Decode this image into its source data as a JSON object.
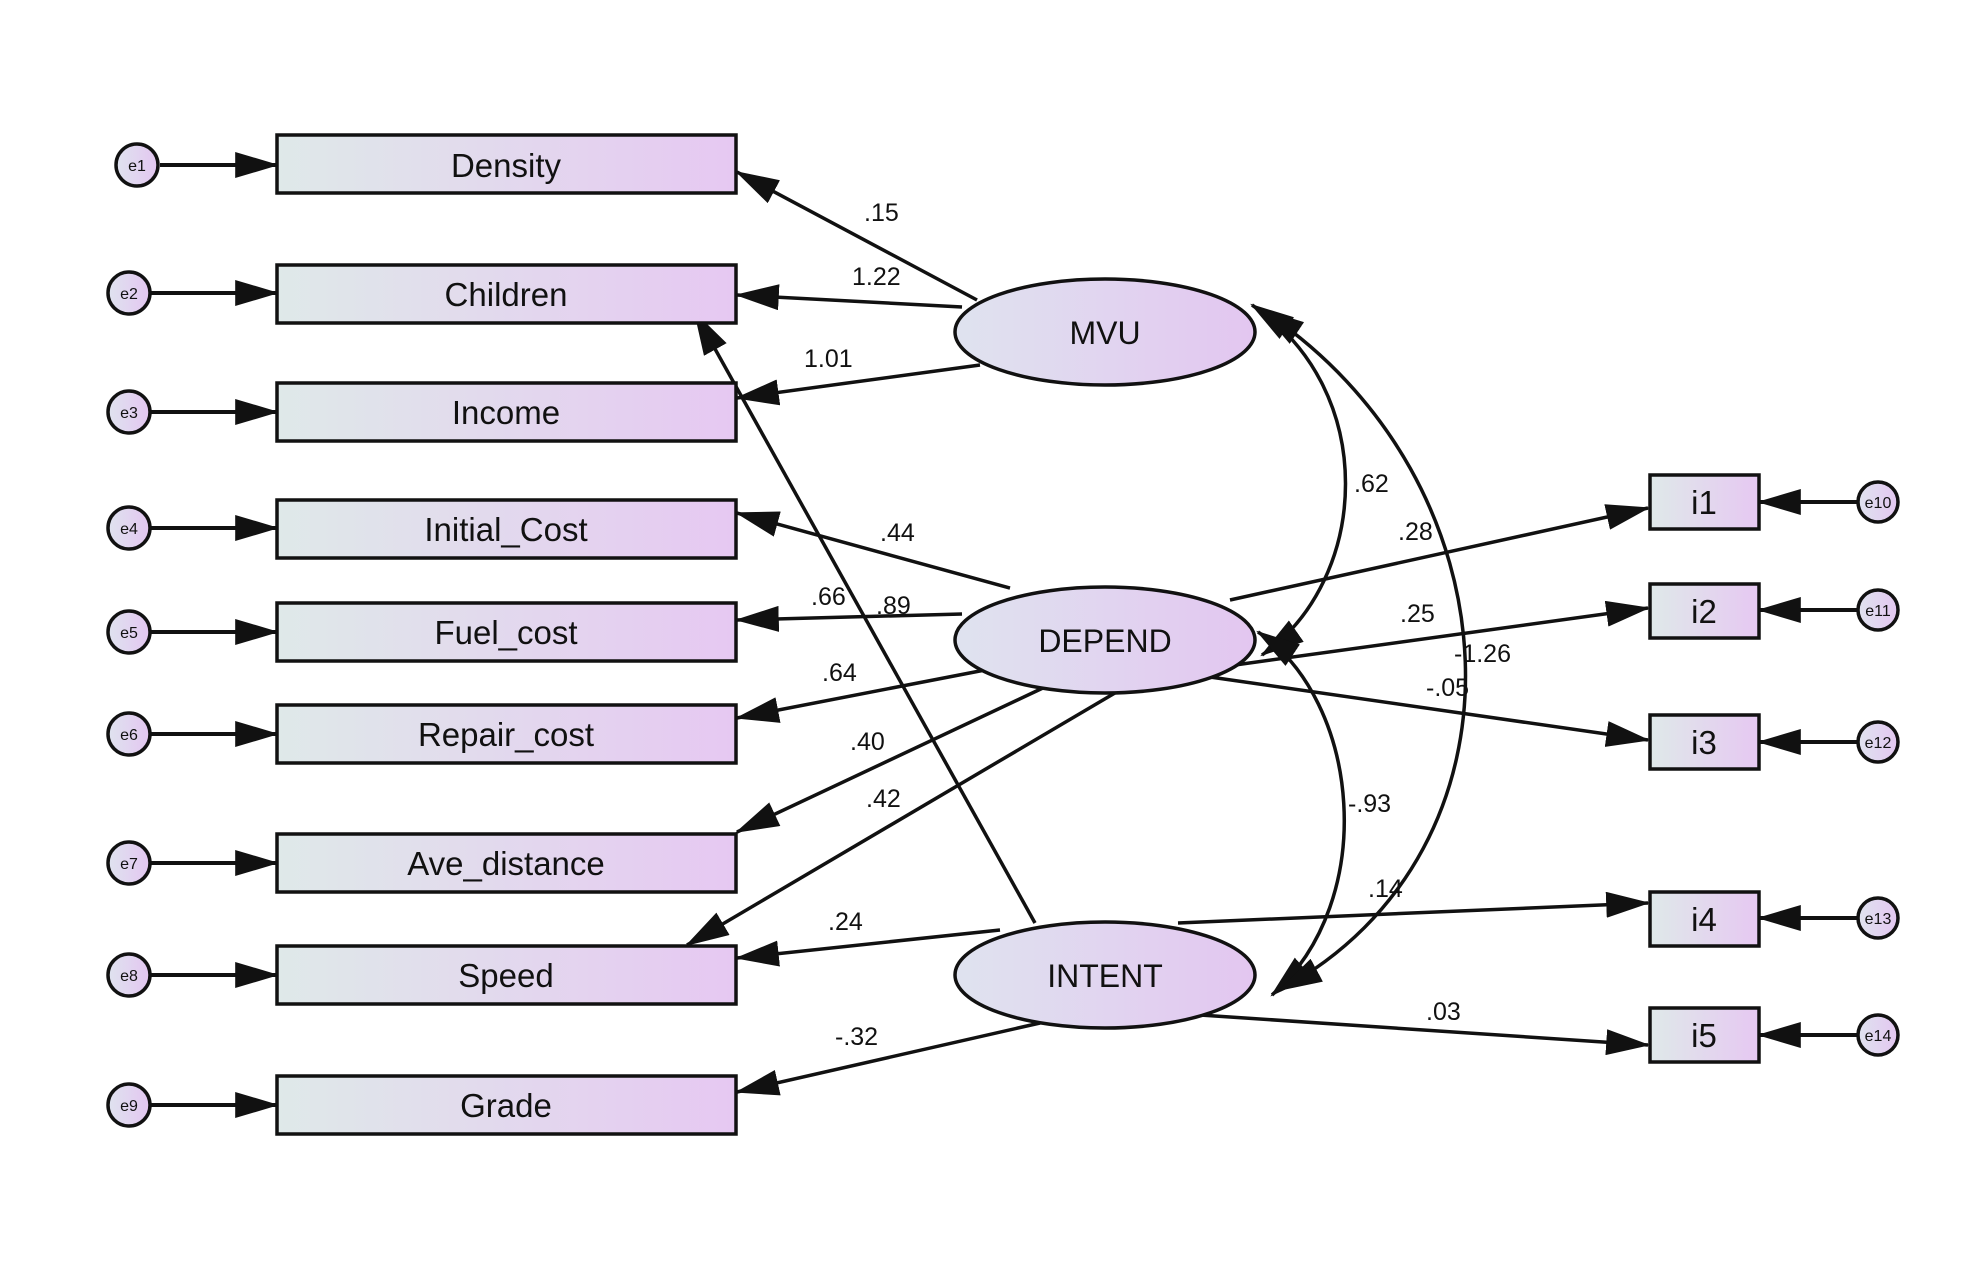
{
  "diagram": {
    "latents": [
      {
        "id": "MVU",
        "label": "MVU"
      },
      {
        "id": "DEPEND",
        "label": "DEPEND"
      },
      {
        "id": "INTENT",
        "label": "INTENT"
      }
    ],
    "left_indicators": [
      {
        "id": "Density",
        "label": "Density",
        "error": "e1"
      },
      {
        "id": "Children",
        "label": "Children",
        "error": "e2"
      },
      {
        "id": "Income",
        "label": "Income",
        "error": "e3"
      },
      {
        "id": "Initial_Cost",
        "label": "Initial_Cost",
        "error": "e4"
      },
      {
        "id": "Fuel_cost",
        "label": "Fuel_cost",
        "error": "e5"
      },
      {
        "id": "Repair_cost",
        "label": "Repair_cost",
        "error": "e6"
      },
      {
        "id": "Ave_distance",
        "label": "Ave_distance",
        "error": "e7"
      },
      {
        "id": "Speed",
        "label": "Speed",
        "error": "e8"
      },
      {
        "id": "Grade",
        "label": "Grade",
        "error": "e9"
      }
    ],
    "right_indicators": [
      {
        "id": "i1",
        "label": "i1",
        "error": "e10"
      },
      {
        "id": "i2",
        "label": "i2",
        "error": "e11"
      },
      {
        "id": "i3",
        "label": "i3",
        "error": "e12"
      },
      {
        "id": "i4",
        "label": "i4",
        "error": "e13"
      },
      {
        "id": "i5",
        "label": "i5",
        "error": "e14"
      }
    ],
    "paths": [
      {
        "from": "MVU",
        "to": "Density",
        "coef": ".15"
      },
      {
        "from": "MVU",
        "to": "Children",
        "coef": "1.22"
      },
      {
        "from": "MVU",
        "to": "Income",
        "coef": "1.01"
      },
      {
        "from": "DEPEND",
        "to": "Initial_Cost",
        "coef": ".44"
      },
      {
        "from": "DEPEND",
        "to": "Fuel_cost",
        "coef": ".89"
      },
      {
        "from": "DEPEND",
        "to": "Repair_cost",
        "coef": ".64"
      },
      {
        "from": "DEPEND",
        "to": "Ave_distance",
        "coef": ".40"
      },
      {
        "from": "DEPEND",
        "to": "Speed",
        "coef": ".42"
      },
      {
        "from": "INTENT",
        "to": "Children",
        "coef": ".66"
      },
      {
        "from": "INTENT",
        "to": "Speed",
        "coef": ".24"
      },
      {
        "from": "INTENT",
        "to": "Grade",
        "coef": "-.32"
      },
      {
        "from": "DEPEND",
        "to": "i1",
        "coef": ".28"
      },
      {
        "from": "DEPEND",
        "to": "i2",
        "coef": ".25"
      },
      {
        "from": "DEPEND",
        "to": "i3",
        "coef": "-.05"
      },
      {
        "from": "INTENT",
        "to": "i4",
        "coef": ".14"
      },
      {
        "from": "INTENT",
        "to": "i5",
        "coef": ".03"
      }
    ],
    "covariances": [
      {
        "a": "MVU",
        "b": "DEPEND",
        "coef": ".62"
      },
      {
        "a": "DEPEND",
        "b": "INTENT",
        "coef": "-.93"
      },
      {
        "a": "MVU",
        "b": "INTENT",
        "coef": "-1.26"
      }
    ],
    "colors": {
      "box_gradient_start": "#dfe9e9",
      "box_gradient_end": "#e6c8f2",
      "stroke": "#111111"
    }
  }
}
